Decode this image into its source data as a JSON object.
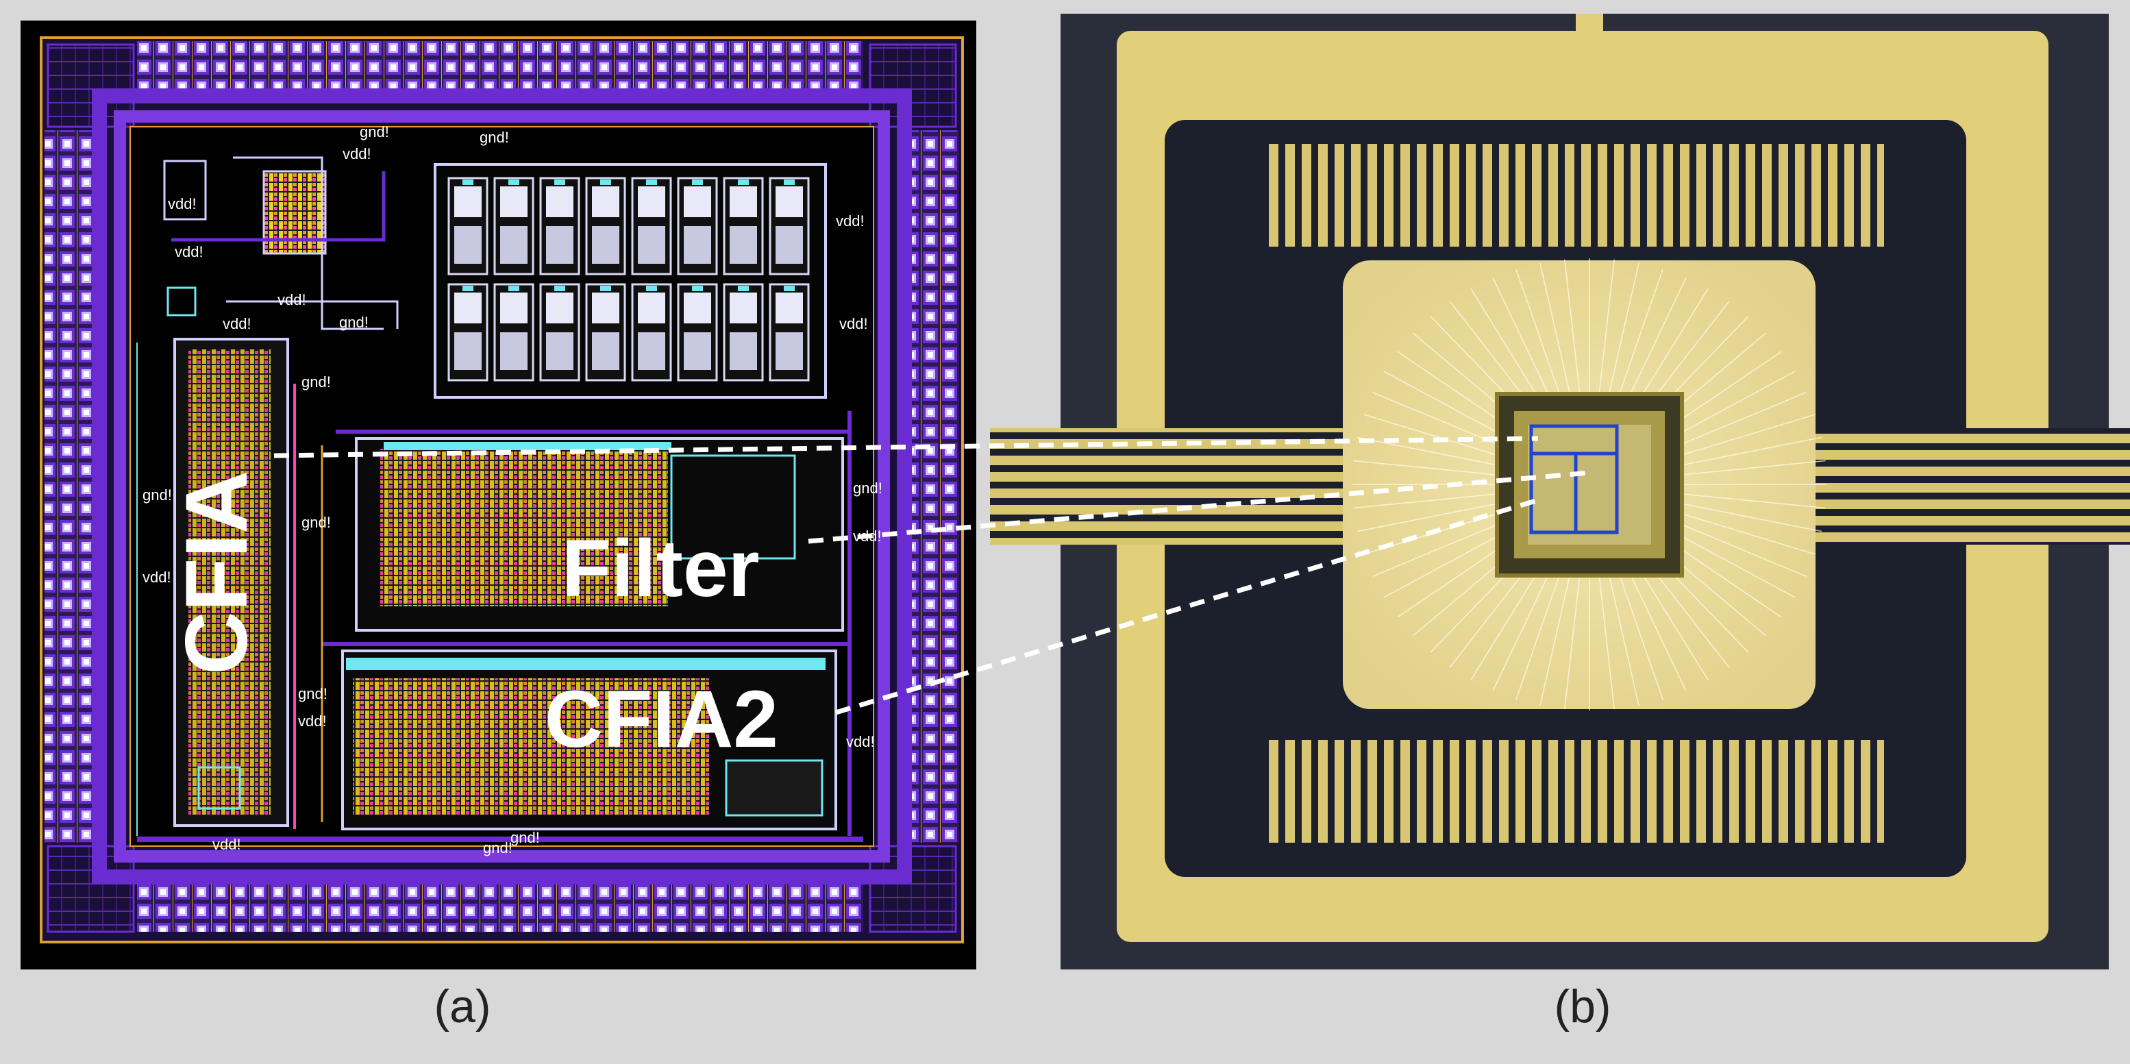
{
  "panels": {
    "a": {
      "caption": "(a)",
      "labels": {
        "cfia": "CFIA",
        "filter": "Filter",
        "cfia2": "CFIA2"
      },
      "net_labels": [
        "vdd!",
        "gnd!"
      ]
    },
    "b": {
      "caption": "(b)"
    }
  },
  "colors": {
    "background": "#d8d8d8",
    "layout_bg": "#000000",
    "metal_purple": "#6a2bd0",
    "metal_orange": "#e0a030",
    "metal_cyan": "#6ee8f0",
    "metal_yellow": "#f0d020",
    "package_gold": "#e2cf7a",
    "package_dark": "#1c1f2c",
    "die_outline": "#2244cc",
    "leader_line": "#ffffff"
  }
}
